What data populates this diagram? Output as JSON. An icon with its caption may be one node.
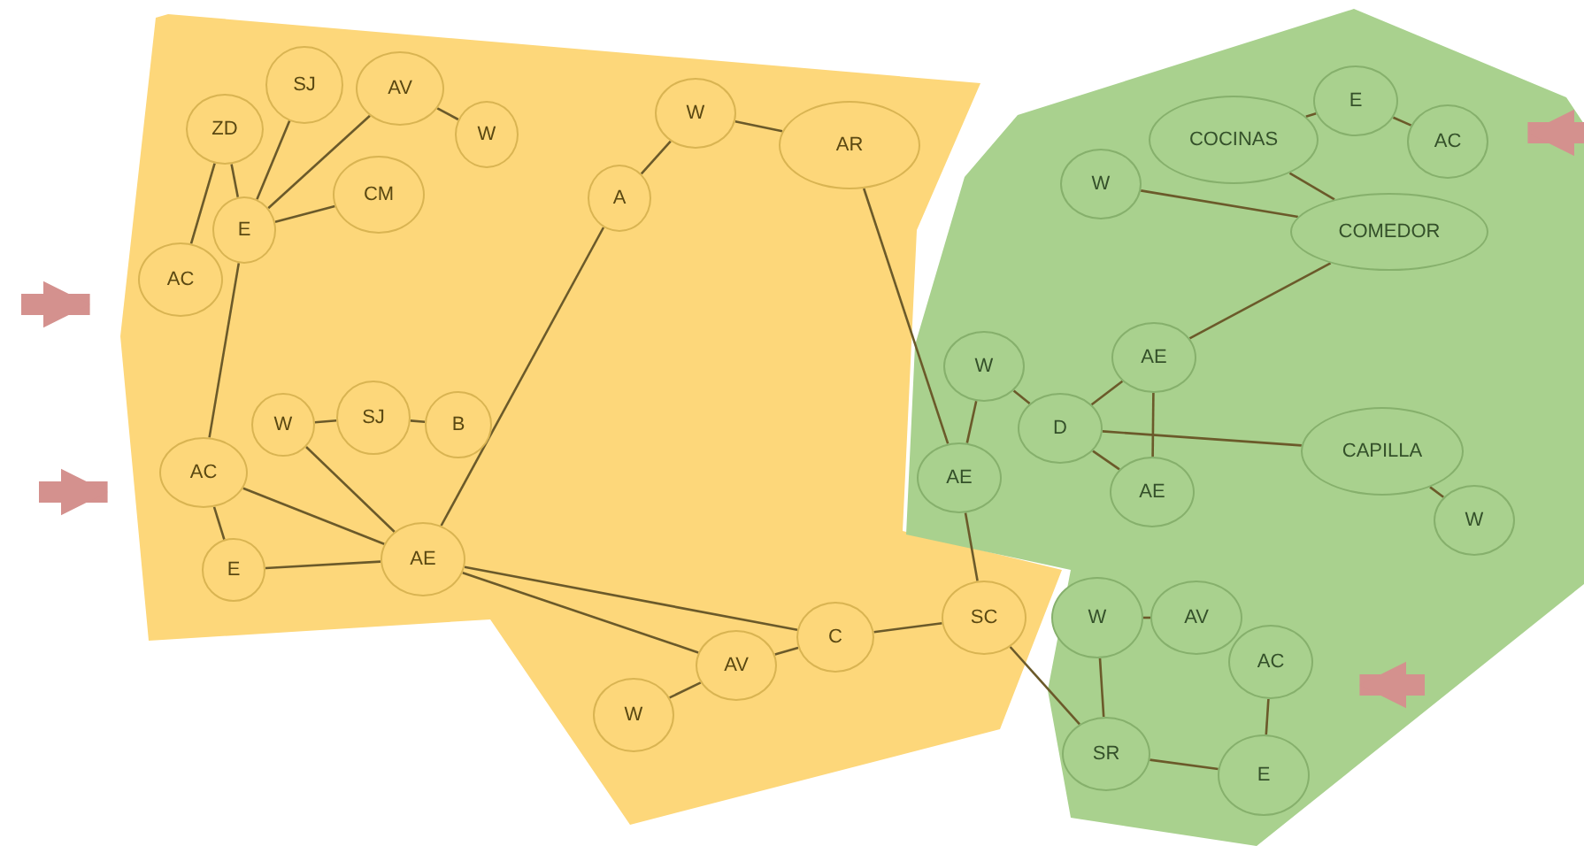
{
  "diagram": {
    "nodes": [
      {
        "text": [],
        "shape": "area"
      },
      {
        "text": [
          "ZD"
        ],
        "in": 0
      },
      {
        "text": [
          "SJ"
        ],
        "in": 0
      },
      {
        "text": [
          "AV"
        ],
        "in": 0
      },
      {
        "text": [
          "W"
        ],
        "in": 0
      },
      {
        "text": [
          "CM"
        ],
        "in": 0
      },
      {
        "text": [
          "E"
        ],
        "in": 0
      },
      {
        "text": [
          "AC"
        ],
        "in": 0
      },
      {
        "text": [
          "A"
        ],
        "in": 0
      },
      {
        "text": [
          "W"
        ],
        "in": 0
      },
      {
        "text": [
          "AR"
        ],
        "in": 0
      },
      {
        "text": [
          "W"
        ],
        "in": 0
      },
      {
        "text": [
          "SJ"
        ],
        "in": 0
      },
      {
        "text": [
          "B"
        ],
        "in": 0
      },
      {
        "text": [
          "AC"
        ],
        "in": 0
      },
      {
        "text": [
          "E"
        ],
        "in": 0
      },
      {
        "text": [
          "AE"
        ],
        "in": 0
      },
      {
        "text": [
          "AV"
        ],
        "in": 0
      },
      {
        "text": [
          "C"
        ],
        "in": 0
      },
      {
        "text": [
          "W"
        ],
        "in": 0
      },
      {
        "text": [
          "SC"
        ],
        "in": 0
      },
      {
        "text": [],
        "shape": "area"
      },
      {
        "text": [
          "E"
        ],
        "in": 21
      },
      {
        "text": [
          "COCINAS"
        ],
        "in": 21
      },
      {
        "text": [
          "AC"
        ],
        "in": 21
      },
      {
        "text": [
          "W"
        ],
        "in": 21
      },
      {
        "text": [
          "COMEDOR"
        ],
        "in": 21
      },
      {
        "text": [
          "W"
        ],
        "in": 21
      },
      {
        "text": [
          "AE"
        ],
        "in": 21
      },
      {
        "text": [
          "D"
        ],
        "in": 21
      },
      {
        "text": [
          "AE"
        ],
        "in": 21
      },
      {
        "text": [
          "CAPILLA"
        ],
        "in": 21
      },
      {
        "text": [
          "W"
        ],
        "in": 21
      },
      {
        "text": [
          "AE"
        ],
        "in": 21
      },
      {
        "text": [
          "W"
        ],
        "in": 21
      },
      {
        "text": [
          "AV"
        ],
        "in": 21
      },
      {
        "text": [
          "AC"
        ],
        "in": 21
      },
      {
        "text": [
          "SR"
        ],
        "in": 21
      },
      {
        "text": [
          "E"
        ],
        "in": 21
      }
    ],
    "edges": [
      {
        "from": 1,
        "to": 7,
        "arrow": "none"
      },
      {
        "from": 1,
        "to": 6,
        "arrow": "none"
      },
      {
        "from": 2,
        "to": 6,
        "arrow": "none"
      },
      {
        "from": 3,
        "to": 6,
        "arrow": "none"
      },
      {
        "from": 3,
        "to": 4,
        "arrow": "none"
      },
      {
        "from": 5,
        "to": 6,
        "arrow": "none"
      },
      {
        "from": 6,
        "to": 14,
        "arrow": "none"
      },
      {
        "from": 11,
        "to": 12,
        "arrow": "none"
      },
      {
        "from": 12,
        "to": 13,
        "arrow": "none"
      },
      {
        "from": 11,
        "to": 16,
        "arrow": "none"
      },
      {
        "from": 14,
        "to": 15,
        "arrow": "none"
      },
      {
        "from": 14,
        "to": 16,
        "arrow": "none"
      },
      {
        "from": 15,
        "to": 16,
        "arrow": "none"
      },
      {
        "from": 16,
        "to": 8,
        "arrow": "none"
      },
      {
        "from": 8,
        "to": 9,
        "arrow": "none"
      },
      {
        "from": 9,
        "to": 10,
        "arrow": "none"
      },
      {
        "from": 16,
        "to": 18,
        "arrow": "none"
      },
      {
        "from": 16,
        "to": 17,
        "arrow": "none"
      },
      {
        "from": 17,
        "to": 18,
        "arrow": "none"
      },
      {
        "from": 17,
        "to": 19,
        "arrow": "none"
      },
      {
        "from": 18,
        "to": 20,
        "arrow": "none"
      },
      {
        "from": 10,
        "to": 33,
        "arrow": "none"
      },
      {
        "from": 33,
        "to": 20,
        "arrow": "none"
      },
      {
        "from": 20,
        "to": 37,
        "arrow": "none"
      },
      {
        "from": 27,
        "to": 33,
        "arrow": "none"
      },
      {
        "from": 27,
        "to": 29,
        "arrow": "none"
      },
      {
        "from": 29,
        "to": 28,
        "arrow": "none"
      },
      {
        "from": 29,
        "to": 30,
        "arrow": "none"
      },
      {
        "from": 28,
        "to": 30,
        "arrow": "none"
      },
      {
        "from": 29,
        "to": 31,
        "arrow": "none"
      },
      {
        "from": 31,
        "to": 32,
        "arrow": "none"
      },
      {
        "from": 28,
        "to": 26,
        "arrow": "none"
      },
      {
        "from": 25,
        "to": 26,
        "arrow": "none"
      },
      {
        "from": 23,
        "to": 26,
        "arrow": "none"
      },
      {
        "from": 23,
        "to": 22,
        "arrow": "none"
      },
      {
        "from": 22,
        "to": 24,
        "arrow": "none"
      },
      {
        "from": 34,
        "to": 35,
        "arrow": "none"
      },
      {
        "from": 34,
        "to": 37,
        "arrow": "none"
      },
      {
        "from": 37,
        "to": 38,
        "arrow": "none"
      },
      {
        "from": 38,
        "to": 36,
        "arrow": "none"
      },
      {
        "from": null,
        "to": 0,
        "arrow": "to",
        "style": "thick",
        "color": "#d4918e"
      },
      {
        "from": null,
        "to": 0,
        "arrow": "to",
        "style": "thick",
        "color": "#d4918e"
      },
      {
        "from": null,
        "to": 21,
        "arrow": "to",
        "style": "thick",
        "color": "#d4918e"
      },
      {
        "from": null,
        "to": 21,
        "arrow": "to",
        "style": "thick",
        "color": "#d4918e"
      }
    ]
  }
}
